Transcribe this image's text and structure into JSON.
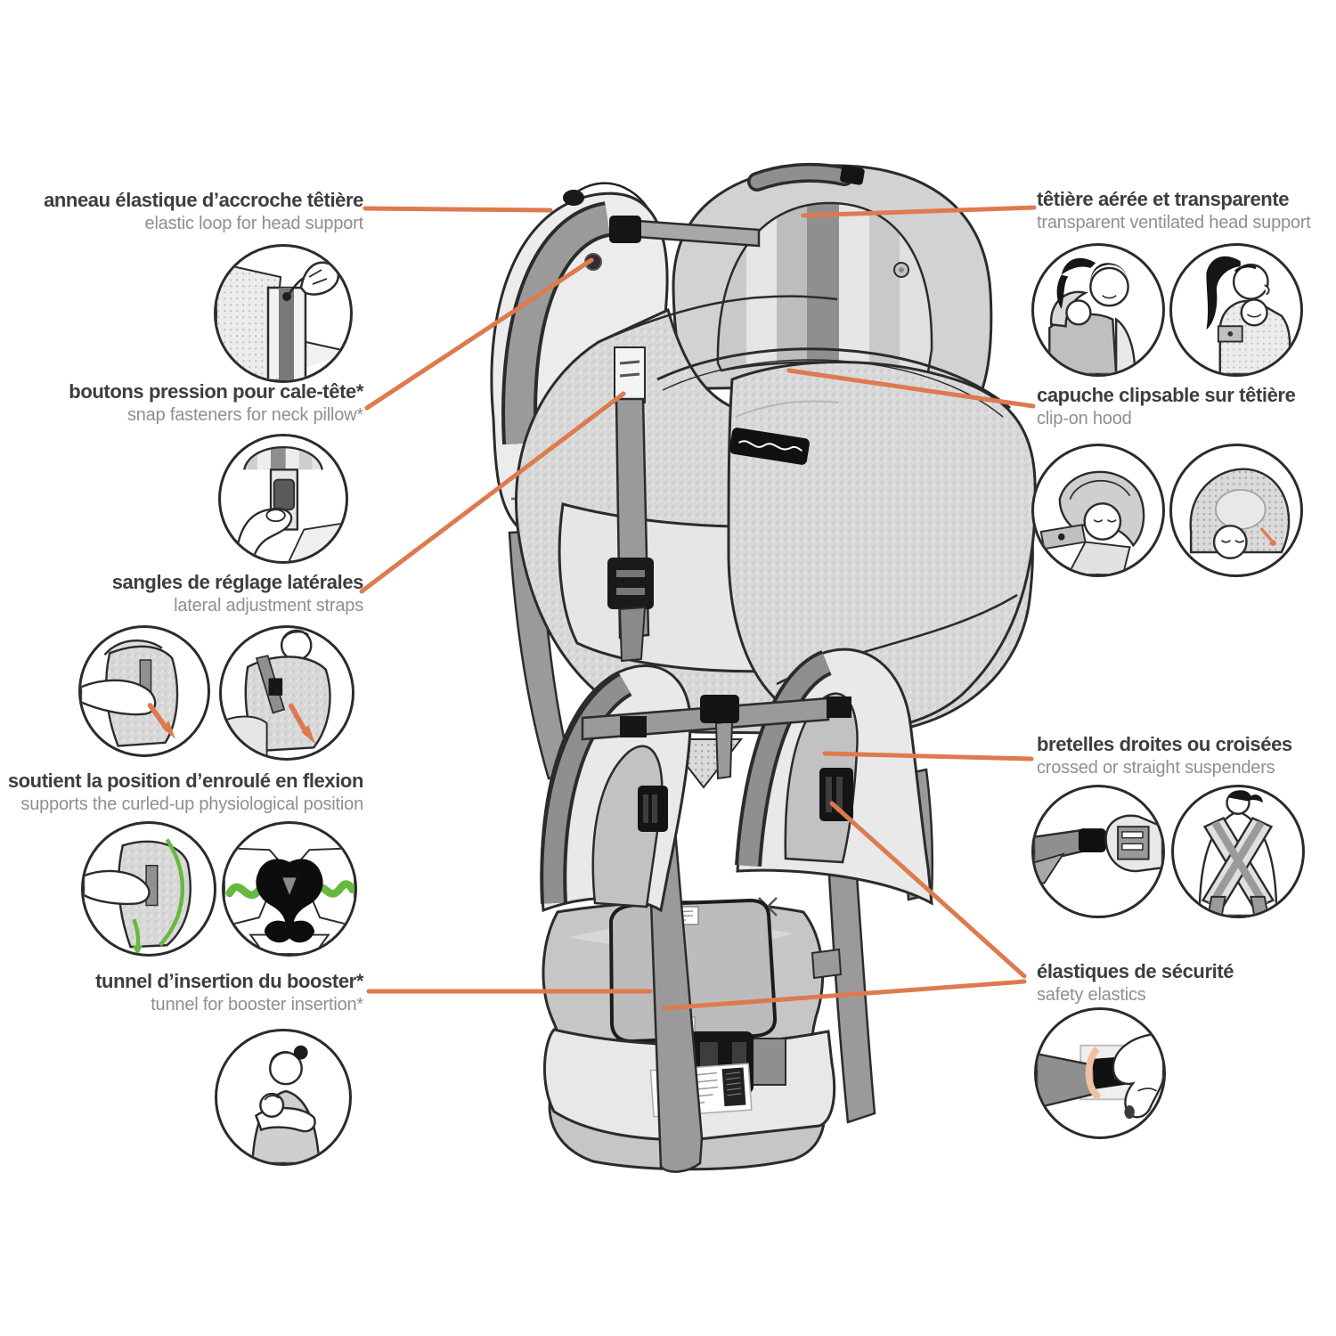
{
  "page": {
    "background": "#ffffff",
    "accent_color": "#dd7b4f",
    "support_green": "#67b83e",
    "line_art_dark": "#2b2b2b",
    "text_primary": "#3d3d3d",
    "text_secondary": "#8f8f8f"
  },
  "annotations": {
    "left": [
      {
        "id": "elastic-loop",
        "fr": "anneau élastique d’accroche têtière",
        "en": "elastic loop for head support",
        "icons": [
          "elastic-loop-hand-detail-icon"
        ]
      },
      {
        "id": "snap-fasteners",
        "fr": "boutons pression pour cale-tête*",
        "en": "snap fasteners for neck pillow*",
        "icons": [
          "snap-press-hand-detail-icon"
        ]
      },
      {
        "id": "lateral-straps",
        "fr": "sangles de réglage latérales",
        "en": "lateral adjustment straps",
        "icons": [
          "strap-pull-side-detail-icon",
          "strap-pull-baby-detail-icon"
        ]
      },
      {
        "id": "curled-position",
        "fr": "soutient la position d’enroulé en flexion",
        "en": "supports the curled-up physiological position",
        "icons": [
          "curled-spine-detail-icon",
          "pelvis-support-detail-icon"
        ]
      },
      {
        "id": "booster-tunnel",
        "fr": "tunnel d’insertion du booster*",
        "en": "tunnel for booster insertion*",
        "icons": [
          "mother-holding-baby-detail-icon"
        ]
      }
    ],
    "right": [
      {
        "id": "head-support",
        "fr": "têtière aérée et transparente",
        "en": "transparent ventilated head support",
        "icons": [
          "mother-front-carry-detail-icon",
          "mother-profile-carry-detail-icon"
        ]
      },
      {
        "id": "hood",
        "fr": "capuche clipsable sur têtière",
        "en": "clip-on hood",
        "icons": [
          "hood-clipped-detail-icon",
          "hood-mesh-detail-icon"
        ]
      },
      {
        "id": "suspenders",
        "fr": "bretelles droites ou croisées",
        "en": "crossed or straight suspenders",
        "icons": [
          "suspender-buckle-detail-icon",
          "crossed-straps-back-detail-icon"
        ]
      },
      {
        "id": "safety-elastics",
        "fr": "élastiques de sécurité",
        "en": "safety elastics",
        "icons": [
          "elastic-over-buckle-hand-detail-icon"
        ]
      }
    ]
  }
}
